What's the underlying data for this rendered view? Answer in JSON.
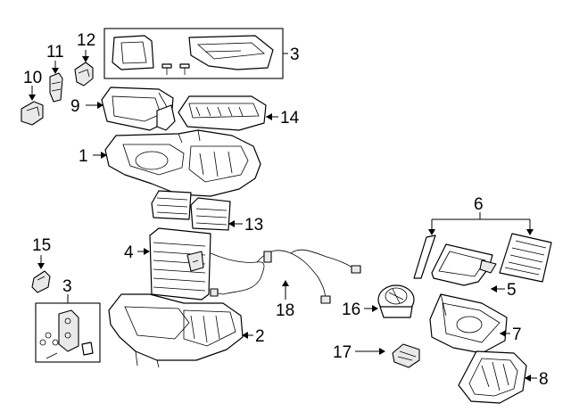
{
  "callouts": {
    "c1": "1",
    "c2": "2",
    "c3a": "3",
    "c3b": "3",
    "c4": "4",
    "c5": "5",
    "c6": "6",
    "c7": "7",
    "c8": "8",
    "c9": "9",
    "c10": "10",
    "c11": "11",
    "c12": "12",
    "c13": "13",
    "c14": "14",
    "c15": "15",
    "c16": "16",
    "c17": "17",
    "c18": "18"
  },
  "colors": {
    "line": "#000000",
    "background": "#ffffff",
    "shade": "#e9e9e9"
  }
}
